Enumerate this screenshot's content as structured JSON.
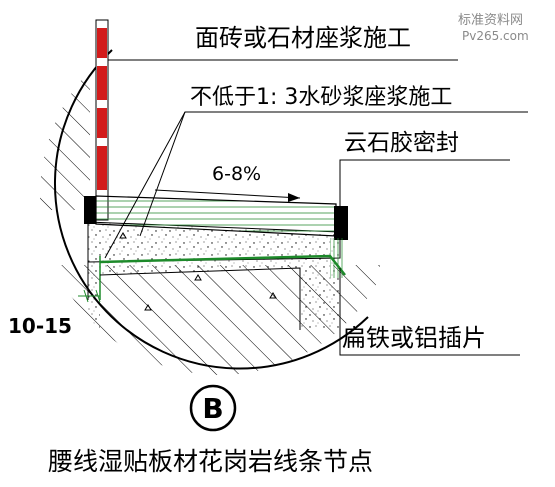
{
  "labels": {
    "top": "面砖或石材座浆施工",
    "mortar": "不低于1: 3水砂浆座浆施工",
    "sealant": "云石胶密封",
    "slope": "6-8%",
    "gap": "10-15",
    "insert": "扁铁或铝插片"
  },
  "detail_mark": "B",
  "caption": "腰线湿贴板材花岗岩线条节点",
  "watermark": {
    "line1": "标准资料网",
    "line2": "Pv265.com"
  },
  "colors": {
    "line": "#000000",
    "brick": "#d21b1b",
    "stone": "#2f8f3a",
    "steel": "#1d8a2a",
    "watermark": "#8a8a8a"
  }
}
